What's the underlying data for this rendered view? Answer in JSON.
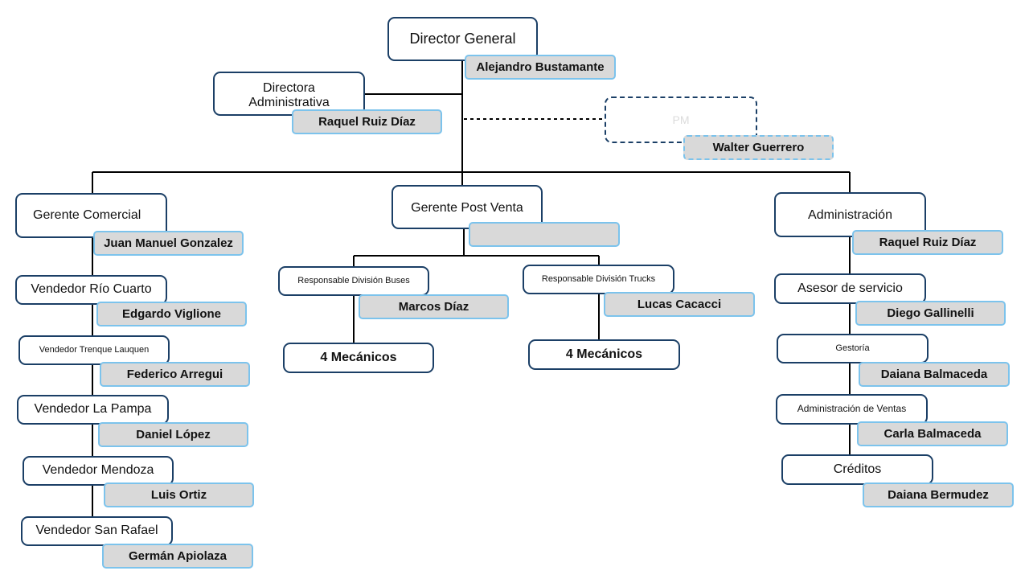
{
  "director": {
    "title": "Director General",
    "name": "Alejandro Bustamante"
  },
  "admin_director": {
    "title": "Directora Administrativa",
    "name": "Raquel Ruiz Díaz"
  },
  "pm": {
    "title": "PM",
    "name": "Walter Guerrero"
  },
  "commercial": {
    "title": "Gerente Comercial",
    "name": "Juan Manuel Gonzalez",
    "sellers": [
      {
        "title": "Vendedor Río Cuarto",
        "name": "Edgardo Viglione"
      },
      {
        "title": "Vendedor Trenque Lauquen",
        "name": "Federico Arregui"
      },
      {
        "title": "Vendedor La Pampa",
        "name": "Daniel López"
      },
      {
        "title": "Vendedor Mendoza",
        "name": "Luis Ortiz"
      },
      {
        "title": "Vendedor San Rafael",
        "name": "Germán Apiolaza"
      }
    ]
  },
  "post_sale": {
    "title": "Gerente Post Venta",
    "name": "",
    "buses": {
      "title": "Responsable División Buses",
      "name": "Marcos Díaz",
      "staff": "4 Mecánicos"
    },
    "trucks": {
      "title": "Responsable División Trucks",
      "name": "Lucas Cacacci",
      "staff": "4 Mecánicos"
    }
  },
  "administration": {
    "title": "Administración",
    "name": "Raquel Ruiz Díaz",
    "units": [
      {
        "title": "Asesor de servicio",
        "name": "Diego Gallinelli"
      },
      {
        "title": "Gestoría",
        "name": "Daiana Balmaceda"
      },
      {
        "title": "Administración de Ventas",
        "name": "Carla Balmaceda"
      },
      {
        "title": "Créditos",
        "name": "Daiana Bermudez"
      }
    ]
  },
  "colors": {
    "box_border": "#1b3f66",
    "name_border": "#7cc3ec",
    "name_fill": "#d9d9d9"
  }
}
